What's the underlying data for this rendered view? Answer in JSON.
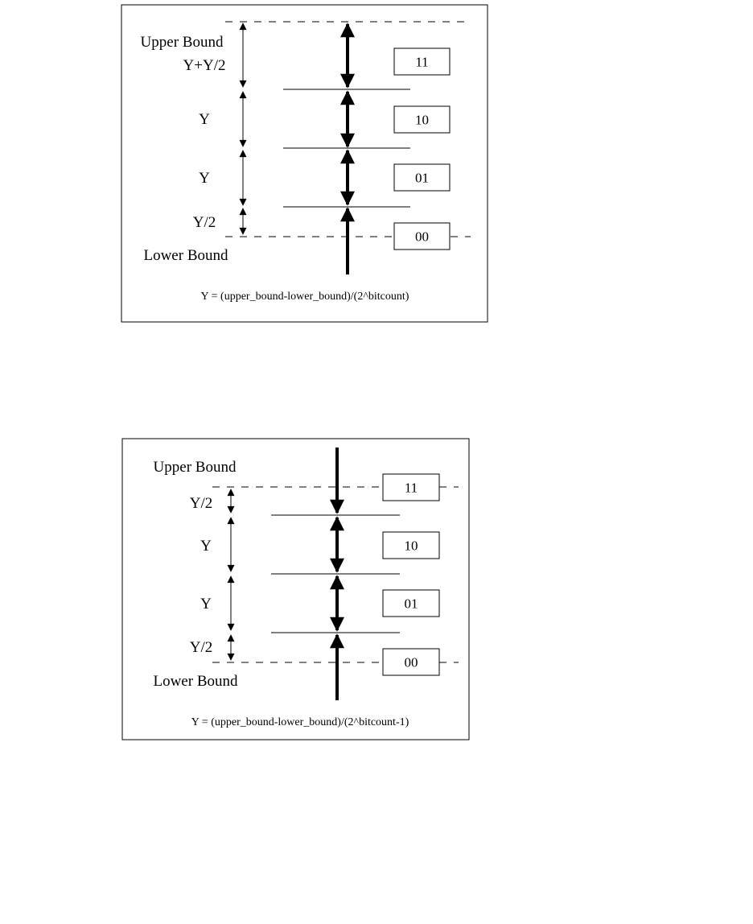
{
  "diagram1": {
    "upper_bound_label": "Upper Bound",
    "lower_bound_label": "Lower Bound",
    "interval_labels": [
      "Y+Y/2",
      "Y",
      "Y",
      "Y/2"
    ],
    "codes": [
      "11",
      "10",
      "01",
      "00"
    ],
    "formula": "Y = (upper_bound-lower_bound)/(2^bitcount)"
  },
  "diagram2": {
    "upper_bound_label": "Upper Bound",
    "lower_bound_label": "Lower Bound",
    "interval_labels": [
      "Y/2",
      "Y",
      "Y",
      "Y/2"
    ],
    "codes": [
      "11",
      "10",
      "01",
      "00"
    ],
    "formula": "Y = (upper_bound-lower_bound)/(2^bitcount-1)"
  }
}
